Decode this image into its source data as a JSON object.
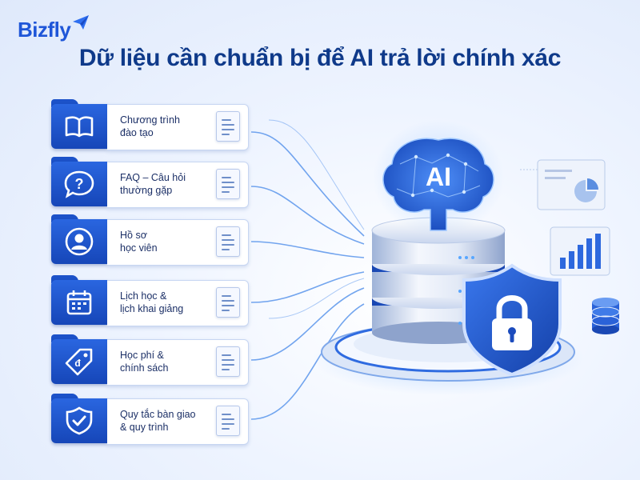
{
  "brand": {
    "name": "Bizfly",
    "color": "#1f56d8"
  },
  "title": "Dữ liệu cần chuẩn bị để AI trả lời chính xác",
  "cards": [
    {
      "label": "Chương trình\nđào tạo",
      "icon": "book-icon"
    },
    {
      "label": "FAQ – Câu hỏi\nthường gặp",
      "icon": "question-bubble-icon"
    },
    {
      "label": "Hồ sơ\nhọc viên",
      "icon": "user-profile-icon"
    },
    {
      "label": "Lịch học &\nlịch khai giảng",
      "icon": "calendar-icon"
    },
    {
      "label": "Học phí &\nchính sách",
      "icon": "price-tag-icon"
    },
    {
      "label": "Quy tắc bàn giao\n& quy trình",
      "icon": "shield-check-icon"
    }
  ],
  "ai": {
    "label": "AI",
    "icon": "brain-icon"
  },
  "colors": {
    "primary": "#1c52c9",
    "dark": "#0f3a8a",
    "accent": "#3d8bff"
  }
}
